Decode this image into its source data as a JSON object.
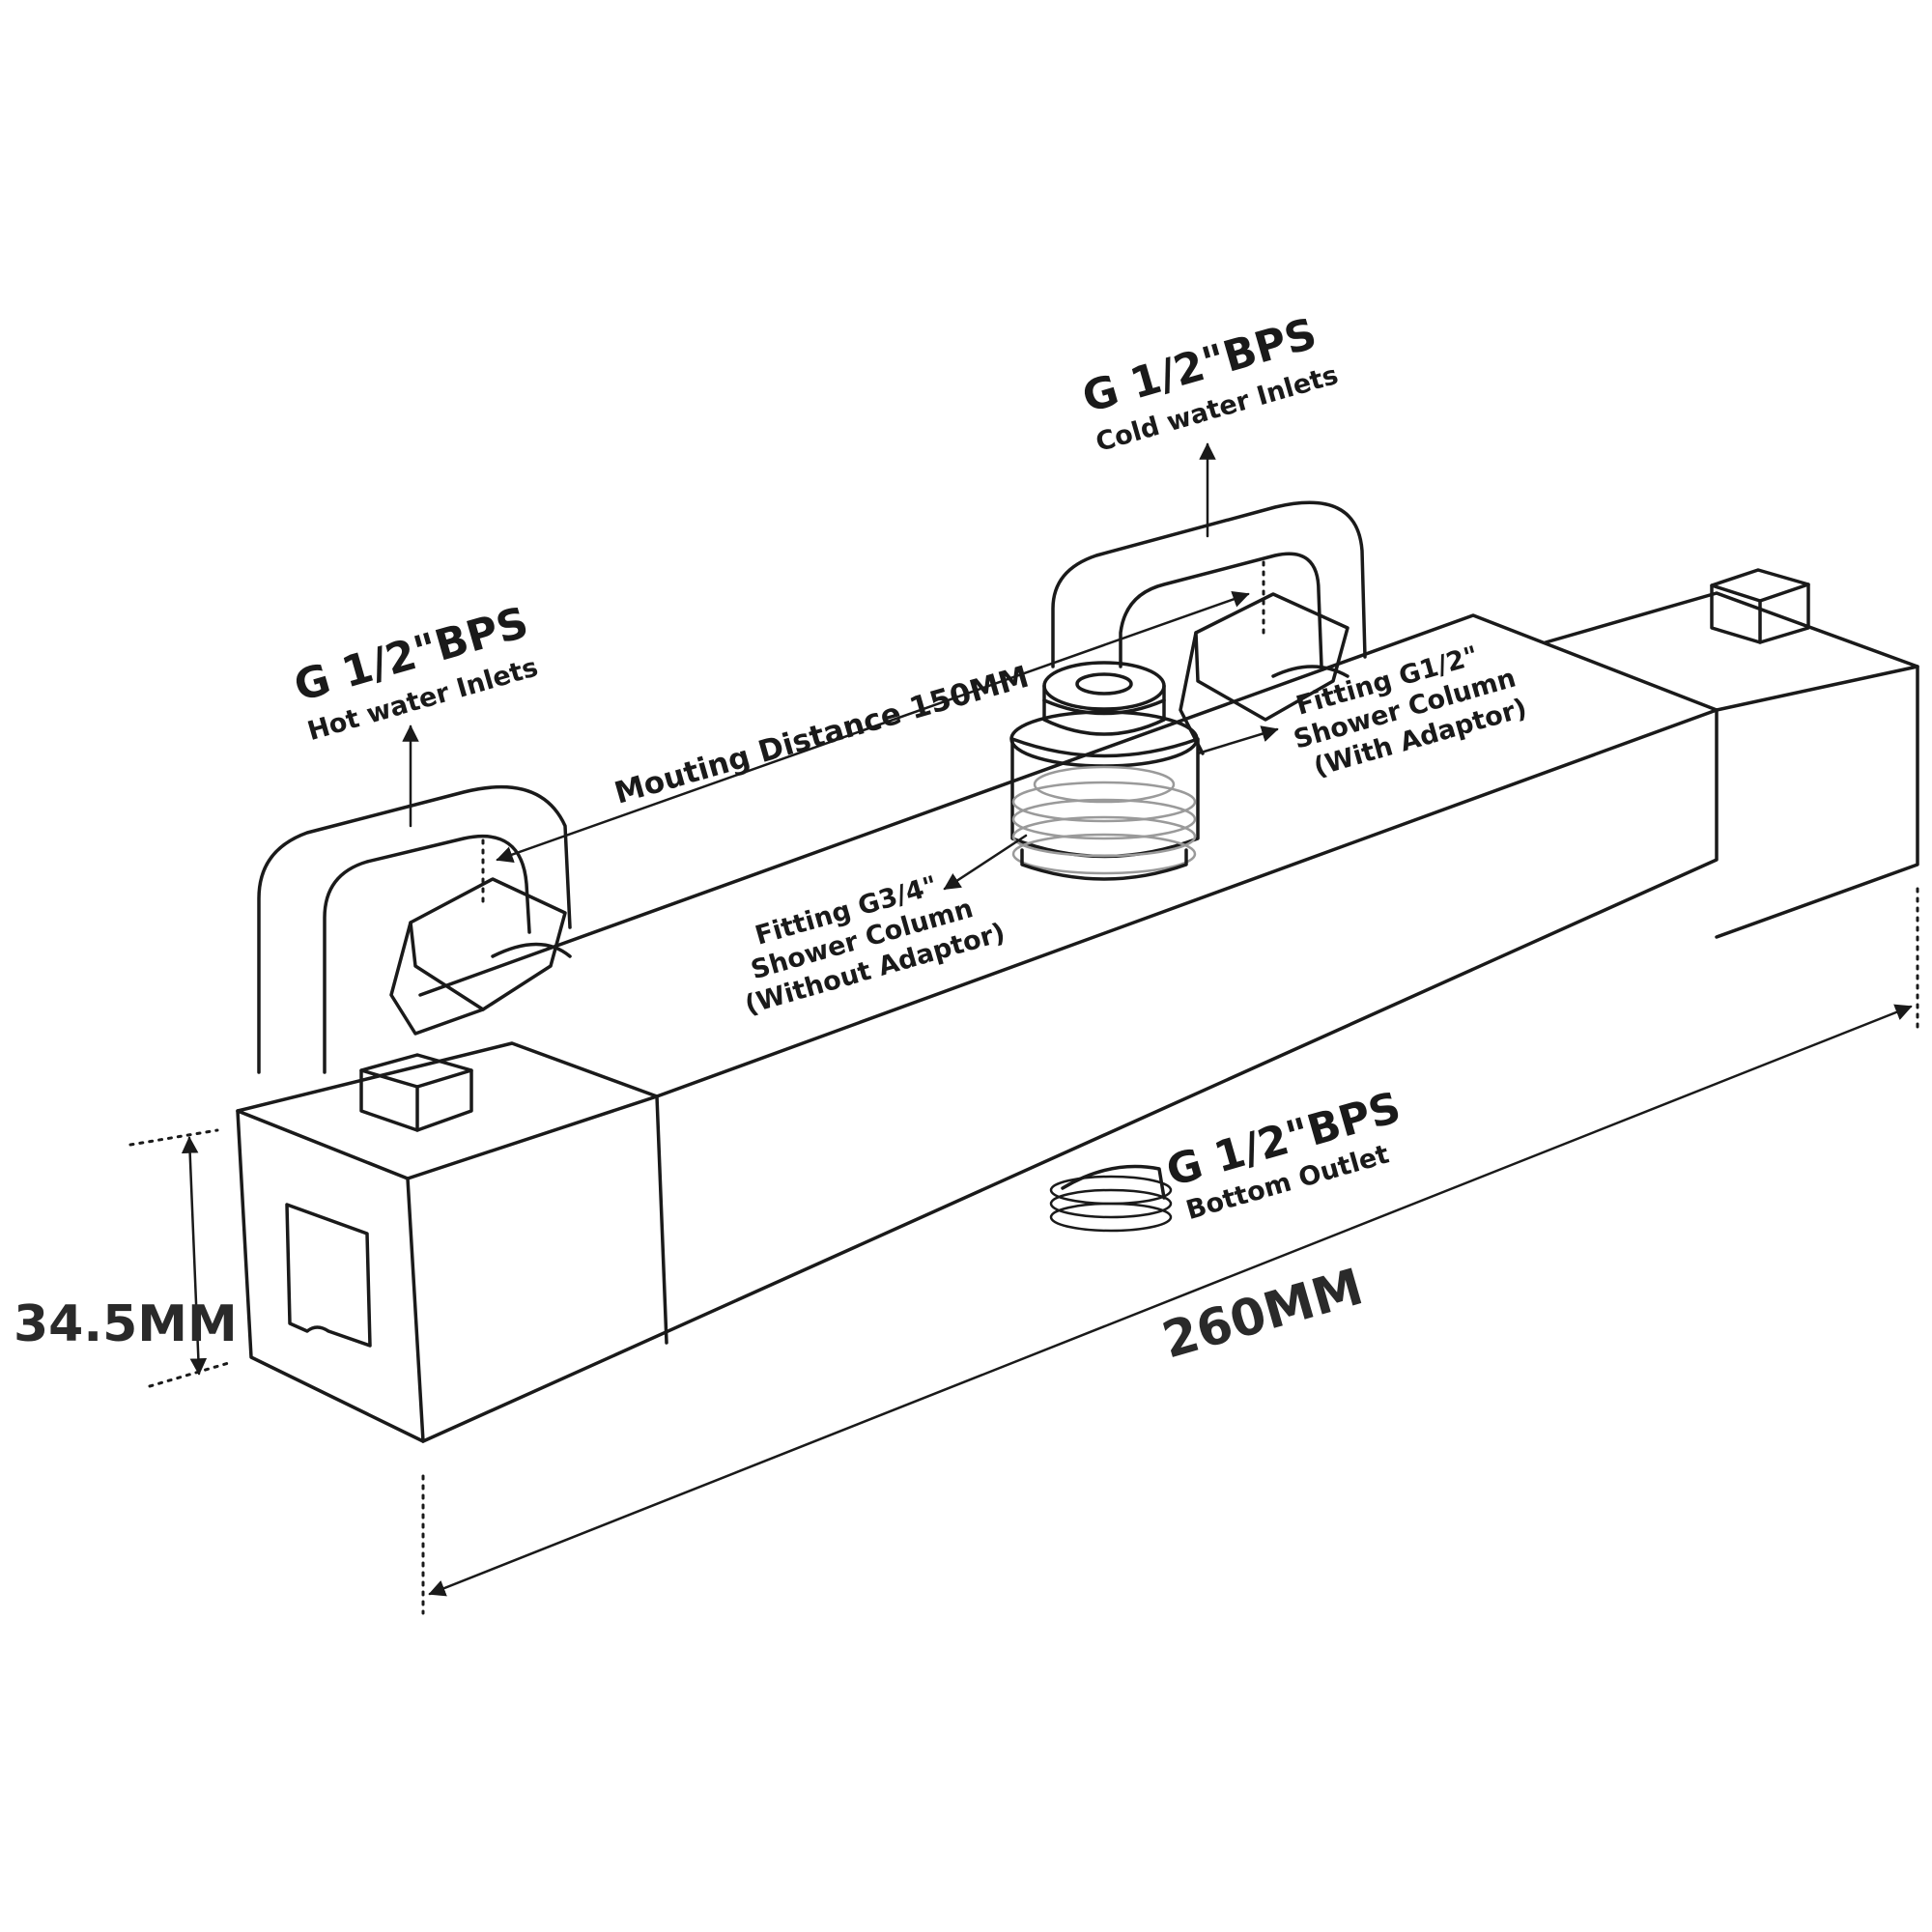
{
  "hot_inlet": {
    "spec": "G 1/2\"BPS",
    "name": "Hot water Inlets"
  },
  "cold_inlet": {
    "spec": "G 1/2\"BPS",
    "name": "Cold water Inlets"
  },
  "mounting_distance": "Mouting Distance 150MM",
  "fitting_with_adaptor": [
    "Fitting G1/2\"",
    "Shower Column",
    "(With Adaptor)"
  ],
  "fitting_without_adaptor": [
    "Fitting G3/4\"",
    "Shower Column",
    "(Without Adaptor)"
  ],
  "bottom_outlet": {
    "spec": "G 1/2\"BPS",
    "name": "Bottom Outlet"
  },
  "height_dimension": "34.5MM",
  "length_dimension": "260MM"
}
